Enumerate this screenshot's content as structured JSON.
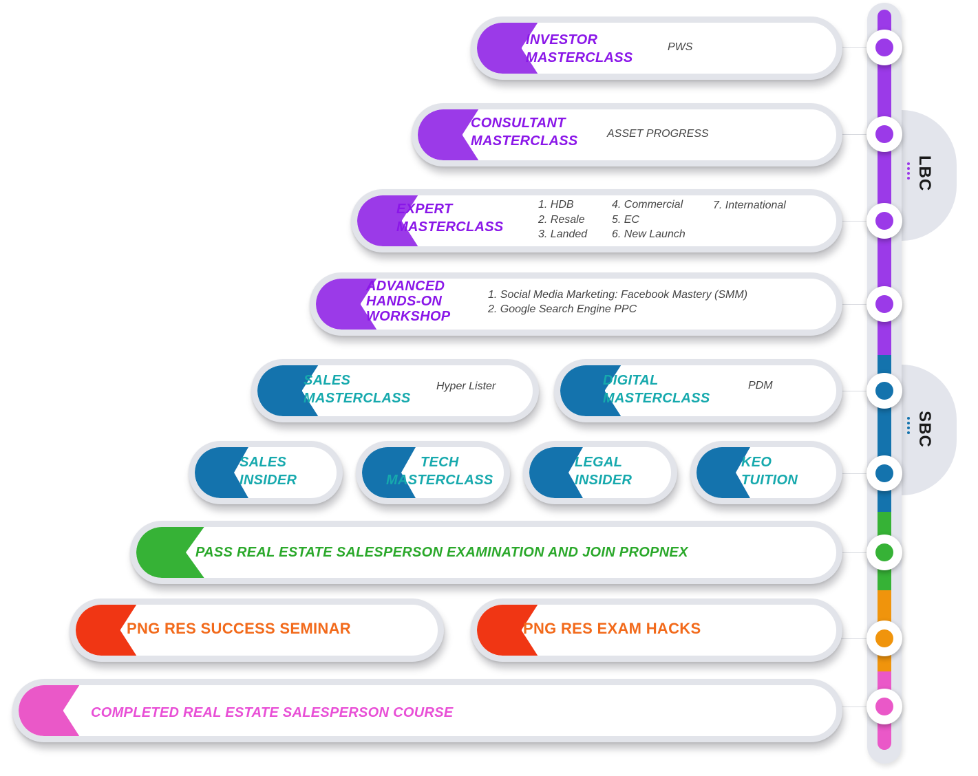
{
  "colors": {
    "purple": "#9b3ae8",
    "blue": "#1473ad",
    "teal_text": "#16a9ad",
    "green": "#36b236",
    "orange": "#f0940c",
    "red": "#f03614",
    "pink": "#ea58c8"
  },
  "levels": {
    "investor": {
      "title_1": "INVESTOR",
      "title_2": "MASTERCLASS",
      "sub": "PWS"
    },
    "consultant": {
      "title_1": "CONSULTANT",
      "title_2": "MASTERCLASS",
      "sub": "ASSET PROGRESS"
    },
    "expert": {
      "title_1": "EXPERT",
      "title_2": "MASTERCLASS",
      "items": [
        "1. HDB",
        "2. Resale",
        "3. Landed",
        "4. Commercial",
        "5. EC",
        "6. New Launch",
        "7. International"
      ]
    },
    "advanced": {
      "title_1": "ADVANCED",
      "title_2": "HANDS-ON",
      "title_3": "WORKSHOP",
      "items": [
        "1. Social Media Marketing: Facebook Mastery (SMM)",
        "2. Google Search Engine PPC"
      ]
    },
    "sales_masterclass": {
      "title_1": "SALES",
      "title_2": "MASTERCLASS",
      "sub": "Hyper Lister"
    },
    "digital_masterclass": {
      "title_1": "DIGITAL",
      "title_2": "MASTERCLASS",
      "sub": "PDM"
    },
    "sales_insider": {
      "title_1": "SALES",
      "title_2": "INSIDER"
    },
    "tech_masterclass": {
      "title_1": "TECH",
      "title_2": "MASTERCLASS"
    },
    "legal_insider": {
      "title_1": "LEGAL",
      "title_2": "INSIDER"
    },
    "keo_tuition": {
      "title_1": "KEO",
      "title_2": "TUITION"
    },
    "pass_exam": {
      "title": "PASS REAL ESTATE SALESPERSON EXAMINATION AND JOIN PROPNEX"
    },
    "success_seminar": {
      "title": "PNG RES SUCCESS SEMINAR"
    },
    "exam_hacks": {
      "title": "PNG RES EXAM HACKS"
    },
    "completed_course": {
      "title": "COMPLETED REAL ESTATE SALESPERSON COURSE"
    }
  },
  "timeline": {
    "lbc_label": "LBC",
    "sbc_label": "SBC"
  }
}
